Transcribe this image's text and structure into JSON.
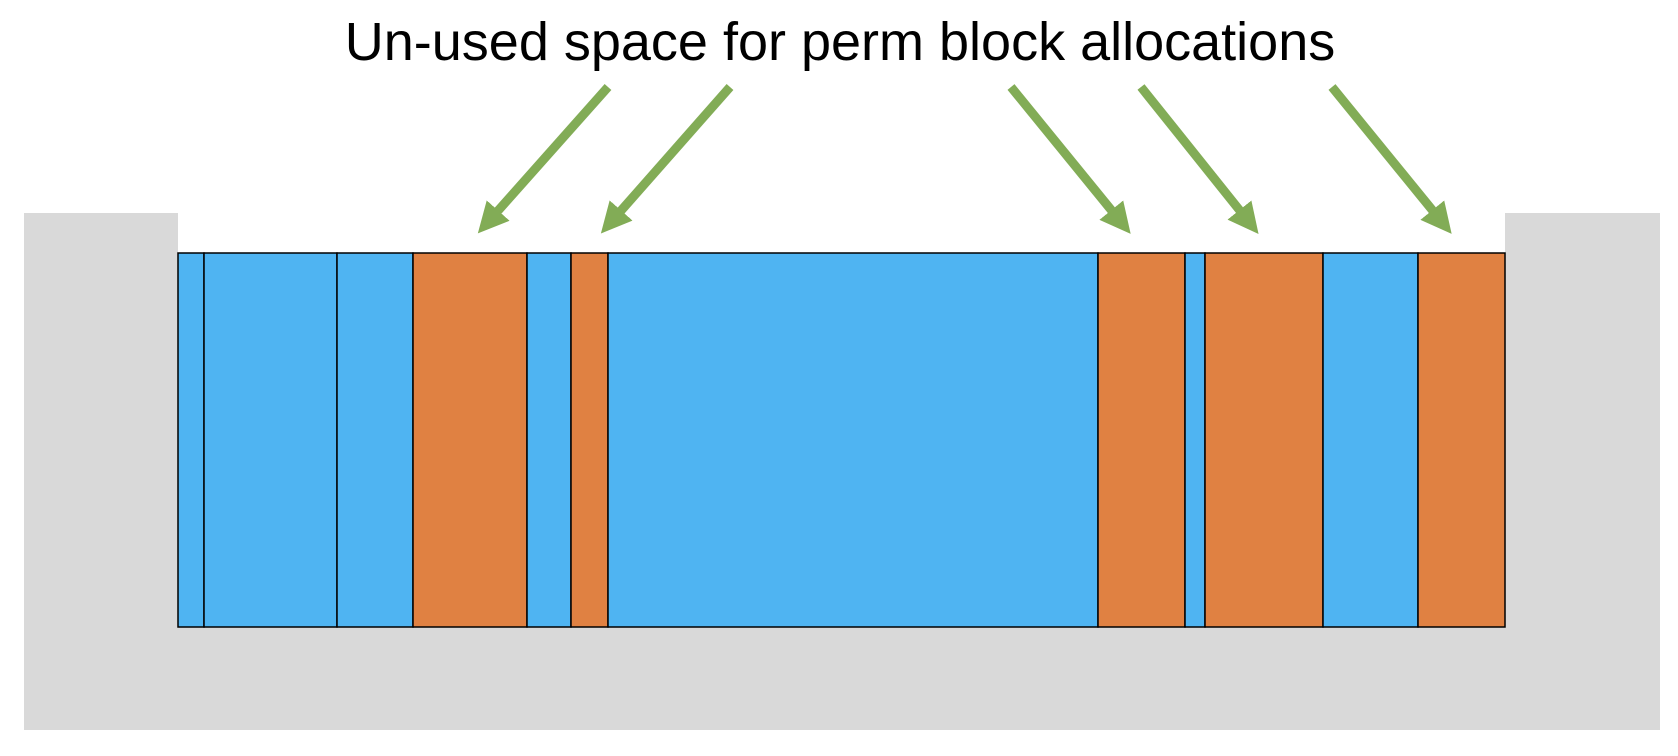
{
  "title": "Un-used space for perm block allocations",
  "colors": {
    "container": "#d9d9d9",
    "used": "#4fb4f2",
    "unused": "#e08142",
    "arrow": "#82ac56",
    "border": "#000000"
  },
  "segments": [
    {
      "kind": "used"
    },
    {
      "kind": "used"
    },
    {
      "kind": "used"
    },
    {
      "kind": "unused"
    },
    {
      "kind": "used"
    },
    {
      "kind": "unused"
    },
    {
      "kind": "used"
    },
    {
      "kind": "unused"
    },
    {
      "kind": "used"
    },
    {
      "kind": "unused"
    },
    {
      "kind": "used"
    },
    {
      "kind": "unused"
    }
  ],
  "arrow_count": 5
}
